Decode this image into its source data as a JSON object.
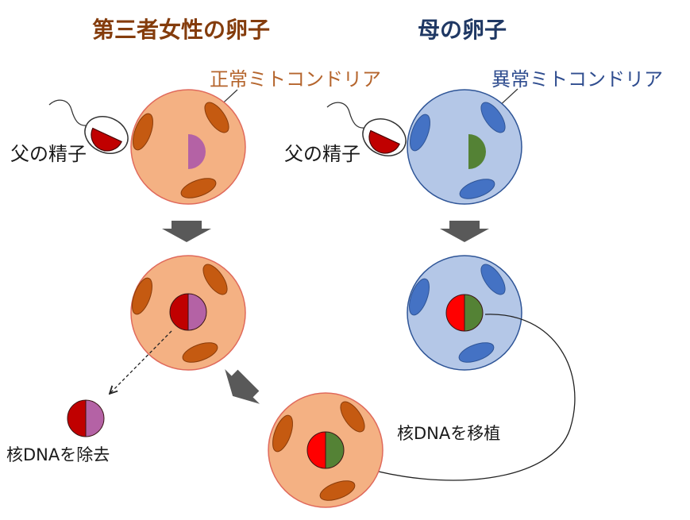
{
  "titles": {
    "donor_egg": "第三者女性の卵子",
    "mother_egg": "母の卵子"
  },
  "labels": {
    "normal_mitochondria": "正常ミトコンドリア",
    "abnormal_mitochondria": "異常ミトコンドリア",
    "father_sperm_donor_side": "父の精子",
    "father_sperm_mother_side": "父の精子",
    "nuclear_dna_removal": "核DNAを除去",
    "nuclear_dna_transplant": "核DNAを移植"
  },
  "colors": {
    "donor_title": "#843c0c",
    "mother_title": "#1f3864",
    "normal_mito_label": "#b5652d",
    "abnormal_mito_label": "#2f4d8f",
    "label_text": "#1a1a1a",
    "donor_egg_fill": "#f4b183",
    "donor_egg_stroke": "#e06a5c",
    "normal_mito_fill": "#c55a11",
    "normal_mito_stroke": "#8a3c0a",
    "mother_egg_fill": "#b4c7e7",
    "mother_egg_stroke": "#2f5597",
    "abnormal_mito_fill": "#4472c4",
    "abnormal_mito_stroke": "#2f5597",
    "father_nuclear_dna": "#c00000",
    "father_nuclear_dna_bright": "#ff0000",
    "donor_nuclear_dna": "#b462a5",
    "mother_nuclear_dna": "#548235",
    "process_arrow": "#595959",
    "sperm_head_fill": "#ffffff"
  }
}
